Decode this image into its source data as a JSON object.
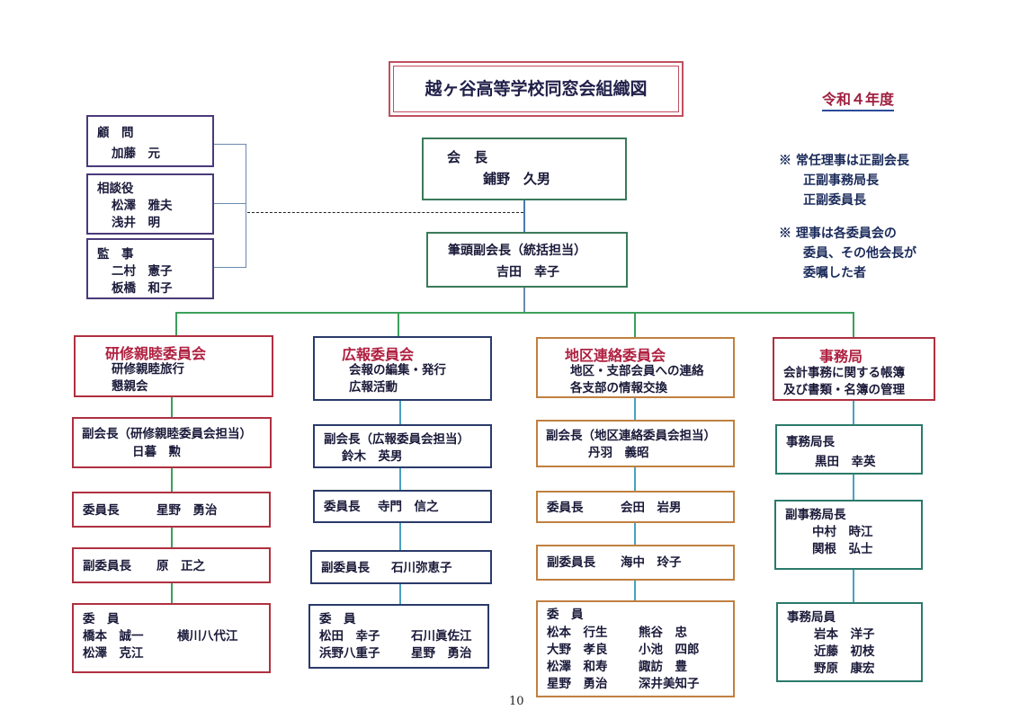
{
  "title": "越ヶ谷高等学校同窓会組織図",
  "year": "令和４年度",
  "notes": {
    "note1": [
      "※ 常任理事は正副会長",
      "正副事務局長",
      "正副委員長"
    ],
    "note2": [
      "※ 理事は各委員会の",
      "委員、その他会長が",
      "委嘱した者"
    ]
  },
  "advisors": {
    "komon": {
      "label": "顧　問",
      "names": [
        "加藤　元"
      ]
    },
    "sodanyaku": {
      "label": "相談役",
      "names": [
        "松澤　雅夫",
        "浅井　明"
      ]
    },
    "kanji": {
      "label": "監　事",
      "names": [
        "二村　憲子",
        "板橋　和子"
      ]
    }
  },
  "president": {
    "label": "会　長",
    "name": "鋪野　久男"
  },
  "vice_head": {
    "label": "筆頭副会長（統括担当）",
    "name": "吉田　幸子"
  },
  "columns": [
    {
      "committee": {
        "name": "研修親睦委員会",
        "duties": [
          "研修親睦旅行",
          "懇親会"
        ]
      },
      "vice": {
        "label": "副会長（研修親睦委員会担当）",
        "name": "日暮　勲"
      },
      "chair": {
        "label": "委員長",
        "name": "星野　勇治"
      },
      "vice_chair": {
        "label": "副委員長",
        "name": "原　正之"
      },
      "members": {
        "label": "委　員",
        "rows": [
          [
            "橋本　誠一",
            "横川八代江"
          ],
          [
            "松澤　克江",
            ""
          ]
        ]
      }
    },
    {
      "committee": {
        "name": "広報委員会",
        "duties": [
          "会報の編集・発行",
          "広報活動"
        ]
      },
      "vice": {
        "label": "副会長（広報委員会担当）",
        "name": "鈴木　英男"
      },
      "chair": {
        "label": "委員長",
        "name": "寺門　信之"
      },
      "vice_chair": {
        "label": "副委員長",
        "name": "石川弥恵子"
      },
      "members": {
        "label": "委　員",
        "rows": [
          [
            "松田　幸子",
            "石川眞佐江"
          ],
          [
            "浜野八重子",
            "星野　勇治"
          ]
        ]
      }
    },
    {
      "committee": {
        "name": "地区連絡委員会",
        "duties": [
          "地区・支部会員への連絡",
          "各支部の情報交換"
        ]
      },
      "vice": {
        "label": "副会長（地区連絡委員会担当）",
        "name": "丹羽　義昭"
      },
      "chair": {
        "label": "委員長",
        "name": "会田　岩男"
      },
      "vice_chair": {
        "label": "副委員長",
        "name": "海中　玲子"
      },
      "members": {
        "label": "委　員",
        "rows": [
          [
            "松本　行生",
            "熊谷　忠"
          ],
          [
            "大野　孝良",
            "小池　四郎"
          ],
          [
            "松澤　和寿",
            "諏訪　豊"
          ],
          [
            "星野　勇治",
            "深井美知子"
          ]
        ]
      }
    },
    {
      "committee": {
        "name": "事務局",
        "duties": [
          "会計事務に関する帳簿",
          "及び書類・名簿の管理"
        ]
      },
      "chief": {
        "label": "事務局長",
        "name": "黒田　幸英"
      },
      "vice_chief": {
        "label": "副事務局長",
        "names": [
          "中村　時江",
          "関根　弘士"
        ]
      },
      "staff": {
        "label": "事務局員",
        "names": [
          "岩本　洋子",
          "近藤　初枝",
          "野原　康宏"
        ]
      }
    }
  ],
  "page_number": "10"
}
